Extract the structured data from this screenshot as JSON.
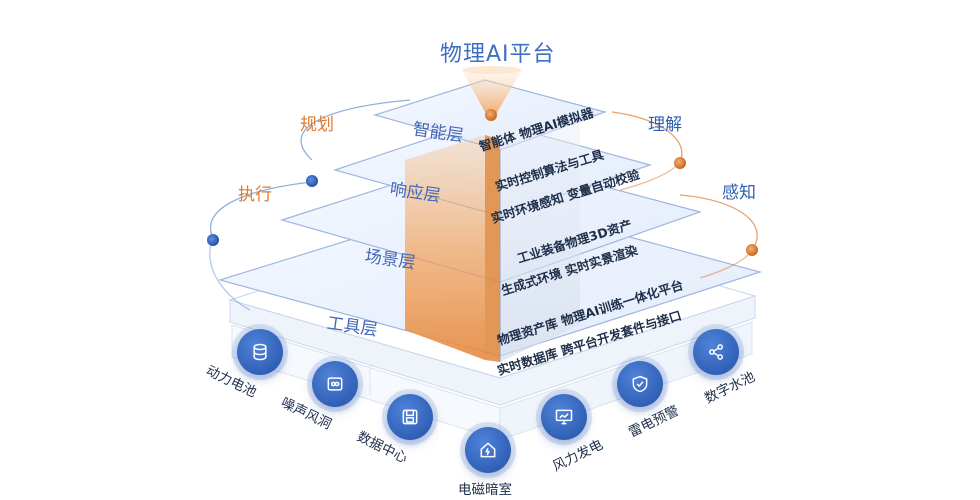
{
  "title": "物理AI平台",
  "layers": {
    "intelligence": "智能层",
    "response": "响应层",
    "scene": "场景层",
    "tool": "工具层"
  },
  "capabilities": {
    "planning": "规划",
    "execution": "执行",
    "understanding": "理解",
    "perception": "感知"
  },
  "features": {
    "intelligence_1": "智能体 物理AI模拟器",
    "response_1": "实时控制算法与工具",
    "response_2": "实时环境感知 变量自动校验",
    "scene_1": "工业装备物理3D资产",
    "scene_2": "生成式环境  实时实景渲染",
    "tool_1": "物理资产库  物理AI训练一体化平台",
    "tool_2": "实时数据库  跨平台开发套件与接口"
  },
  "applications": [
    {
      "label": "动力电池",
      "icon": "database-icon"
    },
    {
      "label": "噪声风洞",
      "icon": "vr-icon"
    },
    {
      "label": "数据中心",
      "icon": "floppy-disk-icon"
    },
    {
      "label": "电磁暗室",
      "icon": "home-lightning-icon"
    },
    {
      "label": "风力发电",
      "icon": "presentation-chart-icon"
    },
    {
      "label": "雷电预警",
      "icon": "shield-check-icon"
    },
    {
      "label": "数字水池",
      "icon": "share-icon"
    }
  ]
}
